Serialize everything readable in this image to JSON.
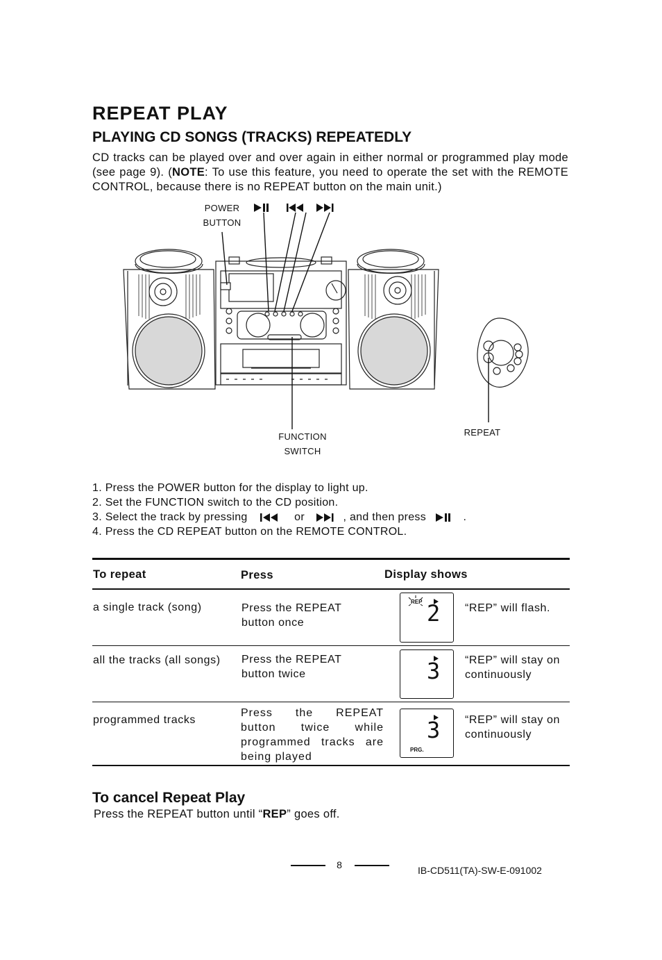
{
  "title": "REPEAT PLAY",
  "subtitle": "PLAYING CD SONGS (TRACKS) REPEATEDLY",
  "intro": {
    "part1": "CD tracks can be played over and over again in either normal or programmed play mode (see page 9). (",
    "note_label": "NOTE",
    "part2": ": To use this feature, you need to operate the set with the REMOTE CONTROL, because there is no REPEAT button on the main unit.)"
  },
  "diagram": {
    "power_label_1": "POWER",
    "power_label_2": "BUTTON",
    "function_label_1": "FUNCTION",
    "function_label_2": "SWITCH",
    "repeat_label": "REPEAT",
    "top_icons": [
      "play-pause-icon",
      "skip-back-icon",
      "skip-forward-icon"
    ]
  },
  "steps": {
    "s1": "1.  Press  the  POWER  button  for  the  display  to  light  up.",
    "s2": "2.  Set  the  FUNCTION  switch  to  the  CD  position.",
    "s3_a": "3.  Select  the  track  by  pressing",
    "s3_or": "or",
    "s3_b": ", and then press",
    "s3_end": ".",
    "s4": "4.  Press the CD REPEAT button on the REMOTE CONTROL."
  },
  "table": {
    "headers": {
      "to_repeat": "To  repeat",
      "press": "Press",
      "display": "Display  shows"
    },
    "rows": [
      {
        "what": "a  single  track  (song)",
        "press": "Press  the  REPEAT button  once",
        "lcd_digit": "2",
        "lcd_rep": "REP",
        "lcd_prg": "",
        "result": "“REP” will flash."
      },
      {
        "what": "all  the  tracks  (all  songs)",
        "press": "Press  the  REPEAT button  twice",
        "lcd_digit": "3",
        "lcd_rep": "",
        "lcd_prg": "",
        "result": "“REP”  will  stay on  continuously"
      },
      {
        "what": "programmed  tracks",
        "press": "Press the REPEAT button twice while programmed tracks are being played",
        "lcd_digit": "3",
        "lcd_rep": "",
        "lcd_prg": "PRG.",
        "result": "“REP”  will  stay on  continuously"
      }
    ]
  },
  "cancel": {
    "title": "To cancel Repeat Play",
    "text_a": "Press  the  REPEAT  button  until  “",
    "text_bold": "REP",
    "text_b": "”  goes  off."
  },
  "footer": {
    "page": "8",
    "doc_id": "IB-CD511(TA)-SW-E-091002"
  }
}
